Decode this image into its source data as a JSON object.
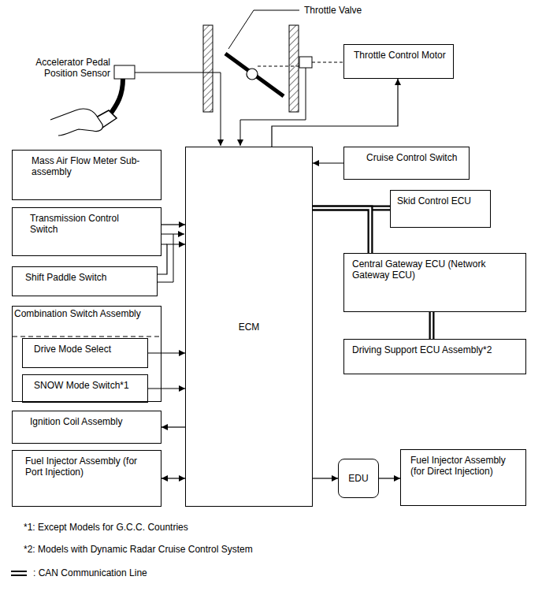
{
  "diagram": {
    "nodes": [
      {
        "text": [
          "Throttle Control Motor"
        ]
      },
      {
        "text": [
          "Mass Air Flow Meter Sub-assembly"
        ]
      },
      {
        "text": [
          "ECM"
        ]
      },
      {
        "text": [
          "Cruise Control Switch"
        ]
      },
      {
        "text": [
          "Transmission Control Switch"
        ]
      },
      {
        "text": [
          "Skid Control ECU"
        ]
      },
      {
        "text": [
          "Shift Paddle Switch"
        ]
      },
      {
        "text": [
          "Central Gateway ECU (Network Gateway ECU)"
        ]
      },
      {
        "text": [
          "Combination Switch Assembly"
        ]
      },
      {
        "text": [
          "Drive Mode Select"
        ],
        "in": 8
      },
      {
        "text": [
          "SNOW Mode Switch*1"
        ],
        "in": 8
      },
      {
        "text": [
          "Driving Support ECU Assembly*2"
        ]
      },
      {
        "text": [
          "Ignition Coil Assembly"
        ]
      },
      {
        "text": [
          "Fuel Injector Assembly (for Port Injection)"
        ]
      },
      {
        "text": [
          "EDU"
        ]
      },
      {
        "text": [
          "Fuel Injector Assembly (for Direct Injection)"
        ]
      }
    ],
    "edges": [
      {
        "from": 2,
        "to": 0,
        "arrow": "to"
      },
      {
        "from": 3,
        "to": 2,
        "arrow": "to"
      },
      {
        "from": 4,
        "to": 2,
        "arrow": "to"
      },
      {
        "from": 6,
        "to": 2,
        "arrow": "to"
      },
      {
        "from": 2,
        "to": 5,
        "arrow": "none"
      },
      {
        "from": 2,
        "to": 7,
        "arrow": "none"
      },
      {
        "from": 7,
        "to": 11,
        "arrow": "none"
      },
      {
        "from": 9,
        "to": 2,
        "arrow": "to"
      },
      {
        "from": 10,
        "to": 2,
        "arrow": "to"
      },
      {
        "from": 2,
        "to": 12,
        "arrow": "to"
      },
      {
        "from": 2,
        "to": 13,
        "arrow": "both"
      },
      {
        "from": 2,
        "to": 14,
        "arrow": "to"
      },
      {
        "from": 14,
        "to": 15,
        "arrow": "to"
      }
    ],
    "labels": [
      "Throttle Valve",
      "Accelerator Pedal Position Sensor",
      "*1: Except Models for G.C.C. Countries",
      "*2: Models with Dynamic Radar Cruise Control System"
    ],
    "legend": [
      {
        "text": ": CAN Communication Line"
      }
    ]
  }
}
